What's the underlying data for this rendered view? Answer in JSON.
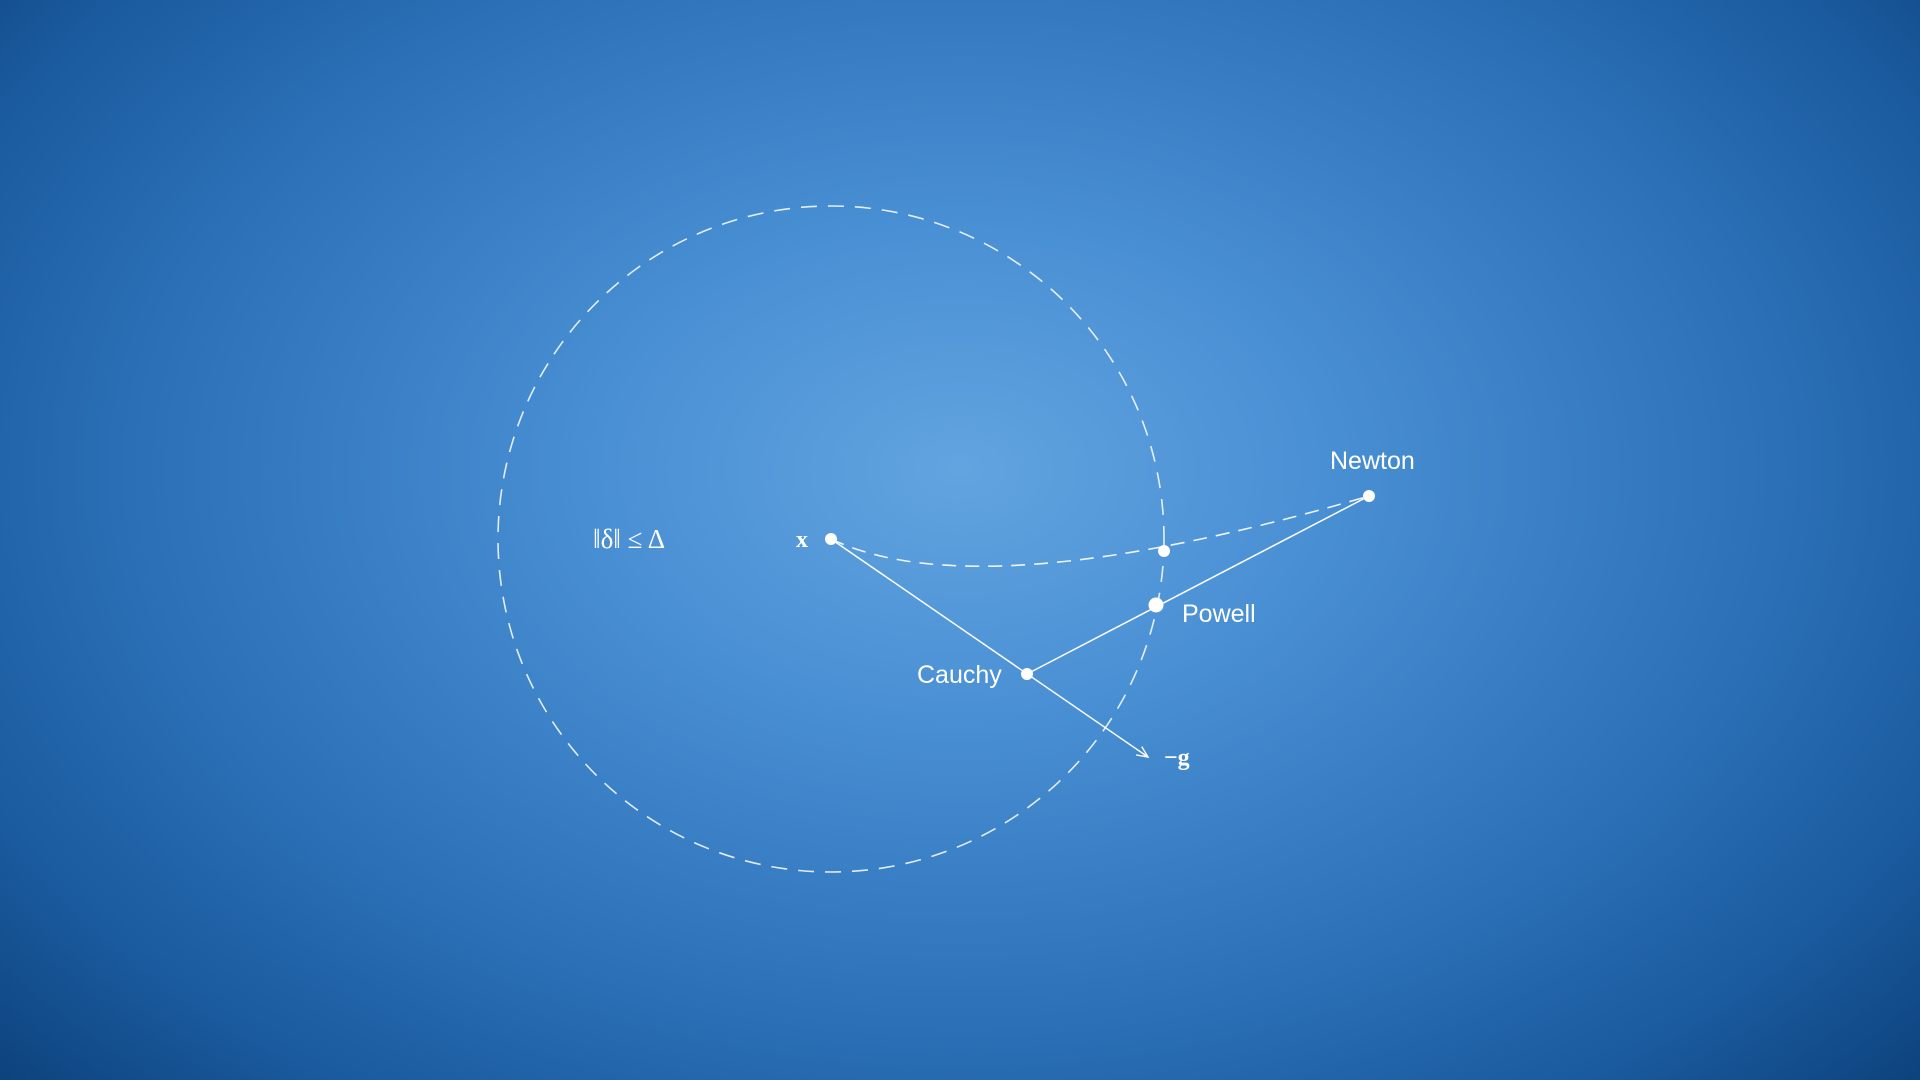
{
  "diagram": {
    "constraint_label": "‖δ‖ ≤ Δ",
    "x_label": "x",
    "neg_g_label": "−g",
    "newton_label": "Newton",
    "cauchy_label": "Cauchy",
    "powell_label": "Powell"
  },
  "colors": {
    "background_center": "#62a4e0",
    "background_edge": "#083a70",
    "foreground": "#ffffff"
  }
}
